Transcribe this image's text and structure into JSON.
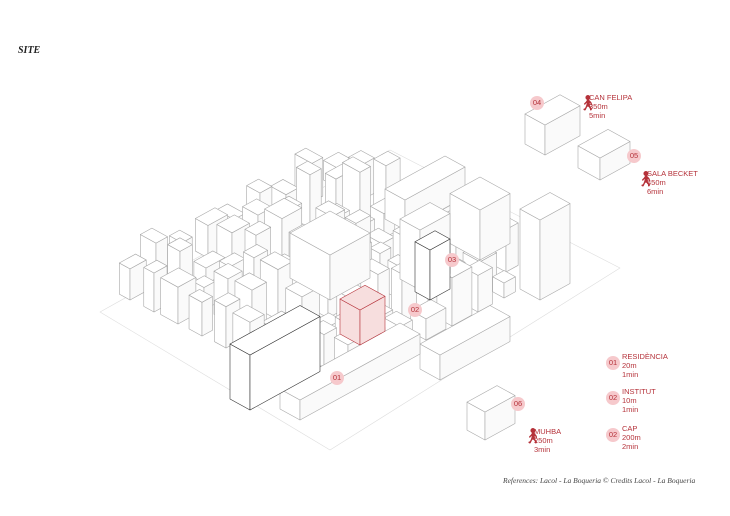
{
  "title": "SITE",
  "markers": {
    "m01": "01",
    "m02": "02",
    "m03": "03",
    "m04": "04",
    "m05": "05",
    "m06": "06"
  },
  "destinations": [
    {
      "number": "04",
      "name": "CAN FELIPA",
      "distance": "350m",
      "time": "5min"
    },
    {
      "number": "05",
      "name": "SALA BECKET",
      "distance": "450m",
      "time": "6min"
    },
    {
      "number": "06",
      "name": "MUHBA",
      "distance": "250m",
      "time": "3min"
    }
  ],
  "legend": [
    {
      "number": "01",
      "name": "RESIDÈNCIA",
      "distance": "20m",
      "time": "1min"
    },
    {
      "number": "02",
      "name": "INSTITUT",
      "distance": "10m",
      "time": "1min"
    },
    {
      "number": "02",
      "name": "CAP",
      "distance": "200m",
      "time": "2min"
    }
  ],
  "references": "References: Lacol - La Boqueria © Credits Lacol - La Boqueria",
  "colors": {
    "accent": "#b5323a",
    "marker_bg": "#f6c9cc",
    "line": "#a8a8a8"
  }
}
